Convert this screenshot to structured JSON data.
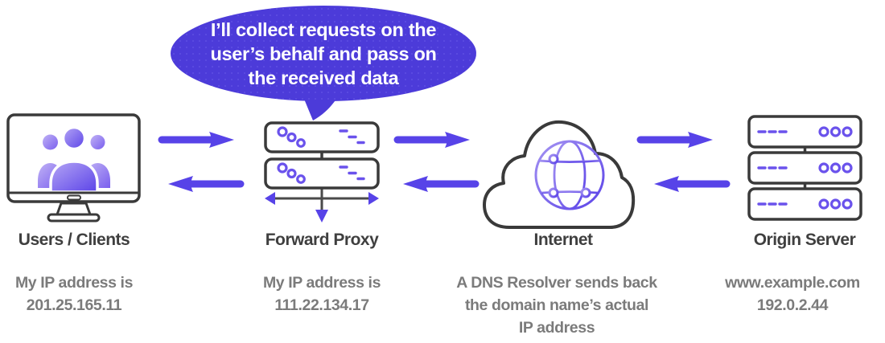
{
  "title": "Forward Proxy diagram",
  "colors": {
    "accent_purple": "#5743e8",
    "bubble_purple": "#4c3bd9",
    "outline_dark": "#3a3a3a",
    "heading_text": "#3f3f3f",
    "muted_text": "#7b7b7b",
    "icon_gradient_light": "#b5a6f5",
    "icon_gradient_dark": "#5b43e8"
  },
  "speech_bubble": {
    "text": "I’ll collect requests on the\nuser’s behalf and pass on\nthe received data",
    "points_to": "Forward Proxy"
  },
  "nodes": {
    "users": {
      "icon": "monitor-users-icon",
      "label": "Users / Clients",
      "desc": "My IP address is\n201.25.165.11"
    },
    "proxy": {
      "icon": "proxy-servers-icon",
      "label": "Forward Proxy",
      "desc": "My IP address is\n111.22.134.17"
    },
    "internet": {
      "icon": "cloud-globe-icon",
      "label": "Internet",
      "desc": "A DNS Resolver sends back\nthe domain name’s actual\nIP address"
    },
    "origin": {
      "icon": "server-stack-icon",
      "label": "Origin Server",
      "desc": "www.example.com\n192.0.2.44"
    }
  },
  "arrows": [
    {
      "name": "users-to-proxy",
      "direction": "right"
    },
    {
      "name": "proxy-to-users",
      "direction": "left"
    },
    {
      "name": "proxy-to-internet",
      "direction": "right"
    },
    {
      "name": "internet-to-proxy",
      "direction": "left"
    },
    {
      "name": "internet-to-origin",
      "direction": "right"
    },
    {
      "name": "origin-to-internet",
      "direction": "left"
    }
  ]
}
